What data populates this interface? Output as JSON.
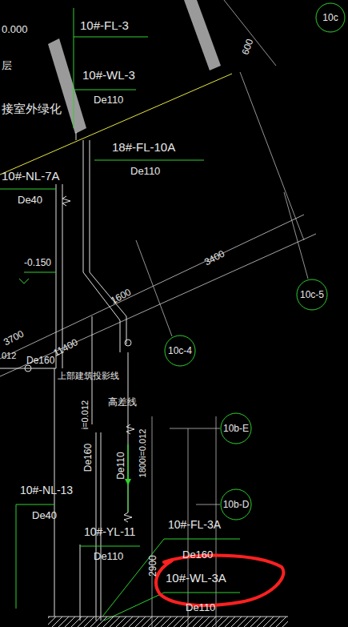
{
  "diagram": {
    "nodes": [
      {
        "text": [
          "10c"
        ]
      },
      {
        "text": [
          "10c-5"
        ]
      },
      {
        "text": [
          "10c-4"
        ]
      },
      {
        "text": [
          "10b-E"
        ]
      },
      {
        "text": [
          "10b-D"
        ]
      }
    ],
    "labels": [
      "0.000",
      "层",
      "10#-FL-3",
      "10#-WL-3",
      "De110",
      "接室外绿化",
      "18#-FL-10A",
      "De110",
      "10#-NL-7A",
      "De40",
      "600",
      "-0.150",
      "3400",
      "1600",
      "3700",
      "11400",
      "012",
      "De160",
      "上部建筑投影线",
      "i=0.012",
      "高差线",
      "De160",
      "De110",
      "1800i=0.012",
      "10#-NL-13",
      "De40",
      "10#-YL-11",
      "De110",
      "10#-FL-3A",
      "2900",
      "De160",
      "10#-WL-3A",
      "De110"
    ]
  }
}
